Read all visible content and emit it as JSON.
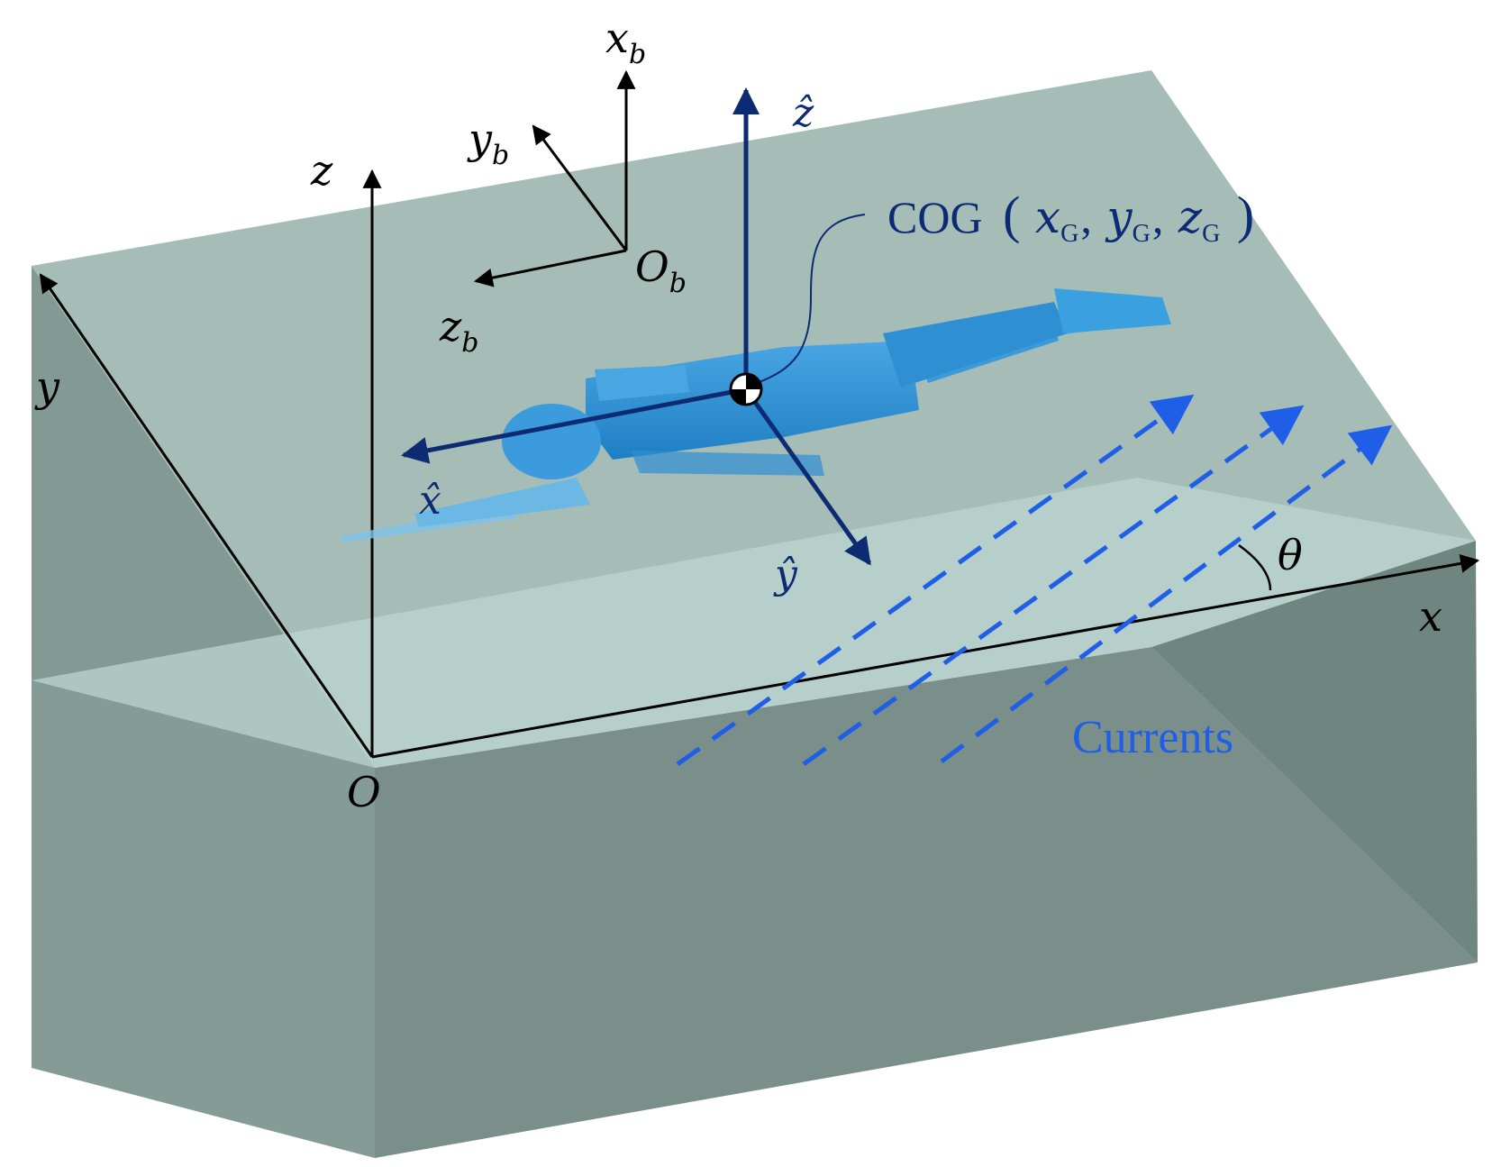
{
  "colors": {
    "top_face": "#a6bdb7",
    "front_face": "#7a8f8a",
    "right_face": "#6f8580",
    "left_face": "#8aa09b",
    "inner_plane": "#bcd6d1",
    "body": "#2e8fd3",
    "body_light": "#5bb0e6",
    "navy": "#0d2b73",
    "current_blue": "#1f5ee6",
    "black": "#000000"
  },
  "labels": {
    "z": "z",
    "y": "y",
    "x": "x",
    "O": "O",
    "xb_main": "x",
    "xb_sub": "b",
    "yb_main": "y",
    "yb_sub": "b",
    "zb_main": "z",
    "zb_sub": "b",
    "Ob_main": "O",
    "Ob_sub": "b",
    "zhat": "ẑ",
    "xhat": "x̂",
    "yhat": "ŷ",
    "cog_text": "COG",
    "cog_open": "(",
    "cog_close": ")",
    "cog_x": "x",
    "cog_y": "y",
    "cog_z": "z",
    "cog_sub": "G",
    "cog_comma": ",",
    "theta": "θ",
    "currents": "Currents"
  },
  "icons": {
    "cog_marker": "center-of-gravity-icon",
    "swimmer": "swimmer-figure"
  }
}
